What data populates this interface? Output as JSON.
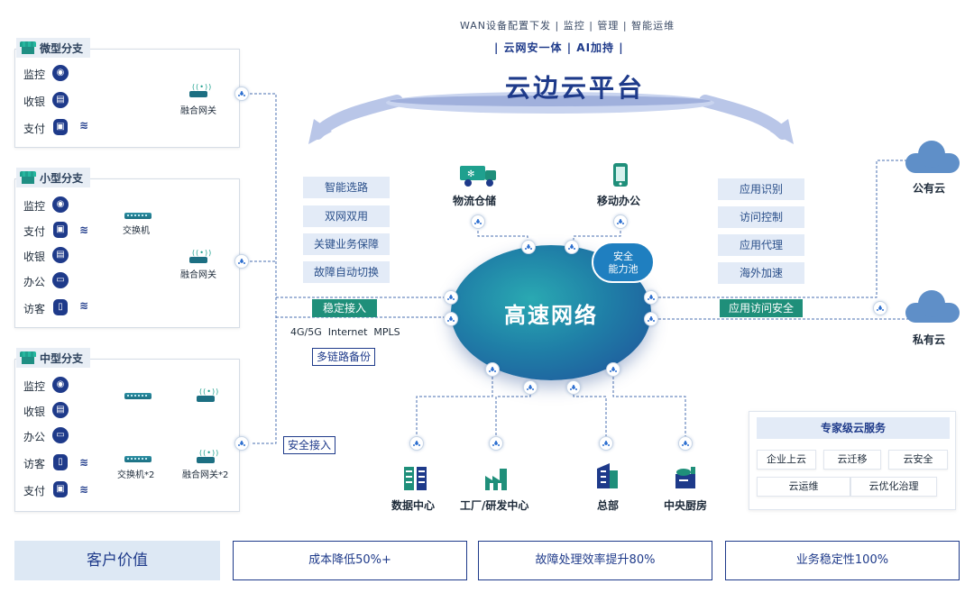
{
  "top": {
    "line1": "WAN设备配置下发 | 监控 | 管理 | 智能运维",
    "line2": "| 云网安一体 | AI加持 |",
    "platform": "云边云平台"
  },
  "branches": {
    "micro": {
      "title": "微型分支",
      "devices": [
        "监控",
        "收银",
        "支付"
      ],
      "gateway_label": "融合网关"
    },
    "small": {
      "title": "小型分支",
      "devices": [
        "监控",
        "支付",
        "收银",
        "办公",
        "访客"
      ],
      "switch_label": "交换机",
      "gateway_label": "融合网关"
    },
    "medium": {
      "title": "中型分支",
      "devices": [
        "监控",
        "收银",
        "办公",
        "访客",
        "支付"
      ],
      "switch_label": "交换机*2",
      "gateway_label": "融合网关*2"
    }
  },
  "left_features": [
    "智能选路",
    "双网双用",
    "关键业务保障",
    "故障自动切换"
  ],
  "right_features": [
    "应用识别",
    "访问控制",
    "应用代理",
    "海外加速"
  ],
  "stable_access": "稳定接入",
  "links_text": "4G/5G  Internet  MPLS",
  "multi_backup": "多链路备份",
  "secure_access": "安全接入",
  "app_access_security": "应用访问安全",
  "core": {
    "title": "高速网络",
    "pool_line1": "安全",
    "pool_line2": "能力池"
  },
  "top_sites": [
    "物流仓储",
    "移动办公"
  ],
  "bottom_sites": [
    "数据中心",
    "工厂/研发中心",
    "总部",
    "中央厨房"
  ],
  "clouds": [
    "公有云",
    "私有云"
  ],
  "expert": {
    "title": "专家级云服务",
    "items": [
      "企业上云",
      "云迁移",
      "云安全",
      "云运维",
      "云优化治理"
    ]
  },
  "values": {
    "label": "客户价值",
    "items": [
      "成本降低50%+",
      "故障处理效率提升80%",
      "业务稳定性100%"
    ]
  },
  "colors": {
    "primary": "#1e3a8a",
    "accent_green": "#1f8f7a",
    "core_teal": "#1f7fa7",
    "feature_bg": "#e3ebf7"
  }
}
